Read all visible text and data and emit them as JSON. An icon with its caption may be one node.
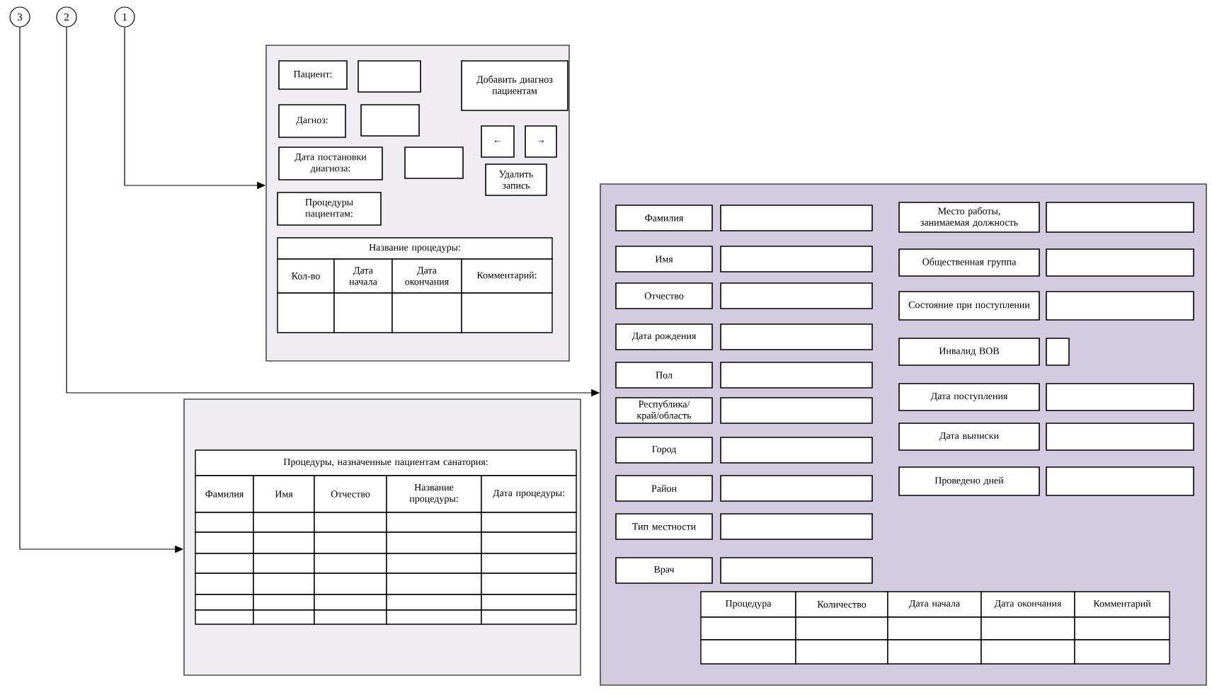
{
  "diagram": {
    "nodes": [
      {
        "text": [
          "3"
        ]
      },
      {
        "text": [
          "2"
        ]
      },
      {
        "text": [
          "1"
        ]
      },
      {
        "text": [],
        "shape": "box"
      },
      {
        "text": [
          "Пациент:"
        ],
        "in": 3
      },
      {
        "text": [],
        "shape": "box",
        "in": 3
      },
      {
        "text": [
          "Добавить диагноз пациентам"
        ],
        "in": 3
      },
      {
        "text": [
          "Дагноз:"
        ],
        "in": 3
      },
      {
        "text": [],
        "shape": "box",
        "in": 3
      },
      {
        "text": [
          "←"
        ],
        "in": 3
      },
      {
        "text": [
          "→"
        ],
        "in": 3
      },
      {
        "text": [
          "Дата постановки диагноза:"
        ],
        "in": 3
      },
      {
        "text": [],
        "shape": "box",
        "in": 3
      },
      {
        "text": [
          "Удалить запись"
        ],
        "in": 3
      },
      {
        "text": [
          "Процедуры пациентам:"
        ],
        "in": 3
      },
      {
        "text": [],
        "shape": "box"
      },
      {
        "text": [
          "Фамилия"
        ],
        "in": 15
      },
      {
        "text": [],
        "shape": "box",
        "in": 15
      },
      {
        "text": [
          "Имя"
        ],
        "in": 15
      },
      {
        "text": [],
        "shape": "box",
        "in": 15
      },
      {
        "text": [
          "Отчество"
        ],
        "in": 15
      },
      {
        "text": [],
        "shape": "box",
        "in": 15
      },
      {
        "text": [
          "Дата рождения"
        ],
        "in": 15
      },
      {
        "text": [],
        "shape": "box",
        "in": 15
      },
      {
        "text": [
          "Пол"
        ],
        "in": 15
      },
      {
        "text": [],
        "shape": "box",
        "in": 15
      },
      {
        "text": [
          "Республика/ край/область"
        ],
        "in": 15
      },
      {
        "text": [],
        "shape": "box",
        "in": 15
      },
      {
        "text": [
          "Город"
        ],
        "in": 15
      },
      {
        "text": [],
        "shape": "box",
        "in": 15
      },
      {
        "text": [
          "Район"
        ],
        "in": 15
      },
      {
        "text": [],
        "shape": "box",
        "in": 15
      },
      {
        "text": [
          "Тип местности"
        ],
        "in": 15
      },
      {
        "text": [],
        "shape": "box",
        "in": 15
      },
      {
        "text": [
          "Врач"
        ],
        "in": 15
      },
      {
        "text": [],
        "shape": "box",
        "in": 15
      },
      {
        "text": [
          "Место работы, занимаемая должность"
        ],
        "in": 15
      },
      {
        "text": [],
        "shape": "box",
        "in": 15
      },
      {
        "text": [
          "Общественная группа"
        ],
        "in": 15
      },
      {
        "text": [],
        "shape": "box",
        "in": 15
      },
      {
        "text": [
          "Состояние при поступлении"
        ],
        "in": 15
      },
      {
        "text": [],
        "shape": "box",
        "in": 15
      },
      {
        "text": [
          "Инвалид ВОВ"
        ],
        "in": 15
      },
      {
        "text": [],
        "shape": "box",
        "in": 15
      },
      {
        "text": [
          "Дата поступления"
        ],
        "in": 15
      },
      {
        "text": [],
        "shape": "box",
        "in": 15
      },
      {
        "text": [
          "Дата выписки"
        ],
        "in": 15
      },
      {
        "text": [],
        "shape": "box",
        "in": 15
      },
      {
        "text": [
          "Проведено дней"
        ],
        "in": 15
      },
      {
        "text": [],
        "shape": "box",
        "in": 15
      },
      {
        "text": [],
        "shape": "box"
      }
    ],
    "edges": [
      {
        "from": 2,
        "to": 3,
        "arrow": "to"
      },
      {
        "from": 1,
        "to": 15,
        "arrow": "to"
      },
      {
        "from": 0,
        "to": 50,
        "arrow": "to"
      }
    ],
    "labels": [
      "Название процедуры:",
      "Кол-во",
      "Дата начала",
      "Дата окончания",
      "Комментарий:",
      "Процедуры, назначенные пациентам санатория:",
      "Фамилия",
      "Имя",
      "Отчество",
      "Название процедуры:",
      "Дата процедуры:",
      "Процедура",
      "Количество",
      "Дата начала",
      "Дата окончания",
      "Комментарий"
    ]
  }
}
